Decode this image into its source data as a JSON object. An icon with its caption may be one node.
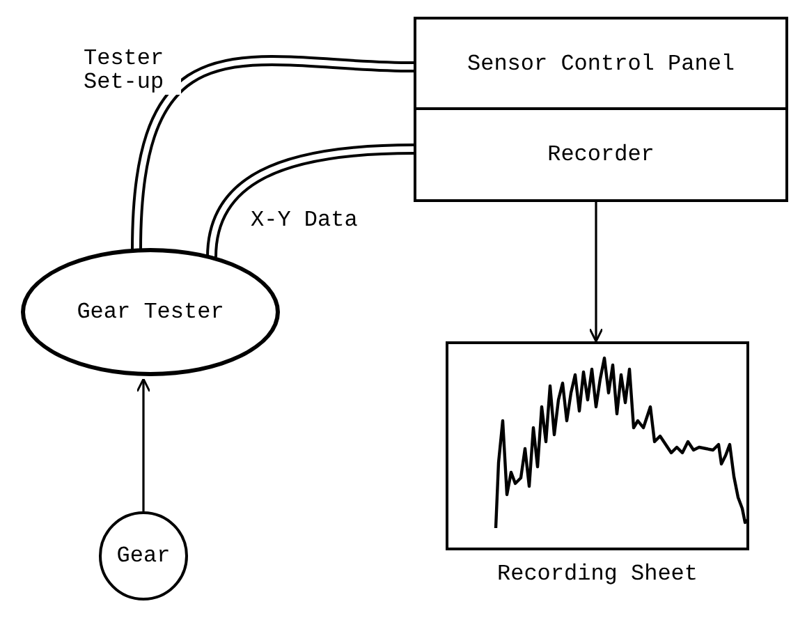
{
  "diagram": {
    "nodes": [
      {
        "text": [
          "Sensor Control Panel"
        ]
      },
      {
        "text": [
          "Recorder"
        ]
      },
      {
        "text": [
          "Gear Tester"
        ]
      },
      {
        "text": [
          "Recording Sheet"
        ]
      },
      {
        "text": [
          "Gear"
        ]
      }
    ],
    "edges": [
      {
        "from": 2,
        "to": 0,
        "arrow": "none",
        "label": "Tester Set-up",
        "style": "thick"
      },
      {
        "from": 2,
        "to": 1,
        "arrow": "none",
        "label": "X-Y Data",
        "style": "thick"
      },
      {
        "from": 1,
        "to": 3,
        "arrow": "to"
      },
      {
        "from": 4,
        "to": 2,
        "arrow": "to"
      }
    ]
  }
}
